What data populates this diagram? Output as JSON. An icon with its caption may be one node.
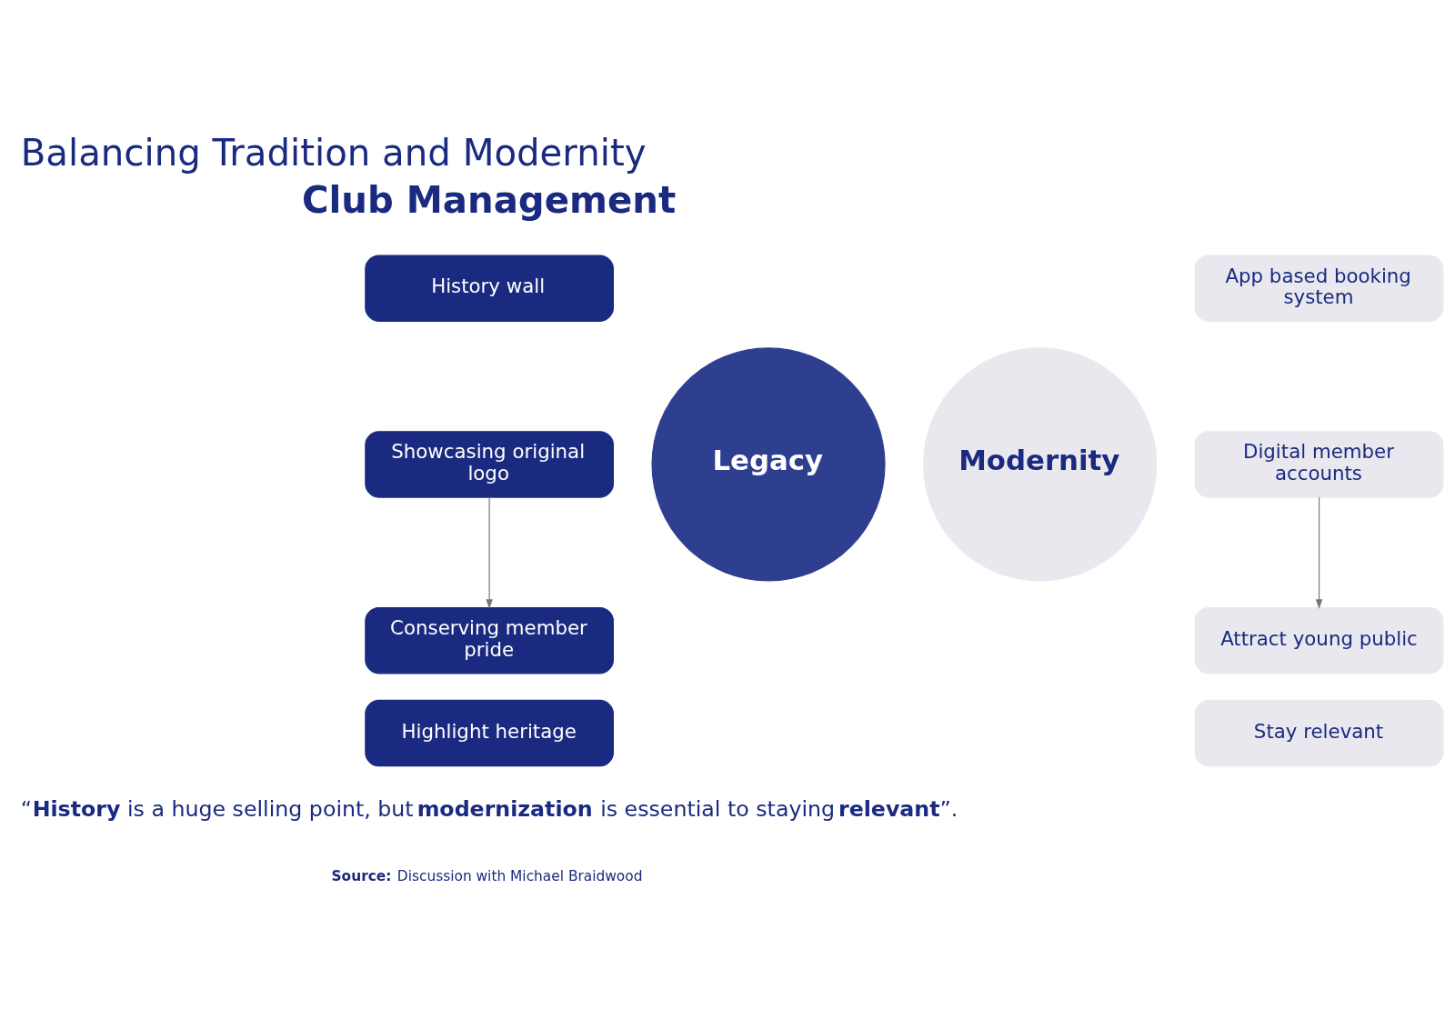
{
  "diagram": {
    "title": "Balancing Tradition and Modernity",
    "nodes": [
      {
        "text": [
          "History wall"
        ]
      },
      {
        "text": [
          "Showcasing original logo"
        ]
      },
      {
        "text": [
          "Conserving member pride"
        ]
      },
      {
        "text": [
          "Highlight heritage"
        ]
      },
      {
        "text": [
          "Legacy"
        ]
      },
      {
        "text": [
          "Modernity"
        ]
      },
      {
        "text": [
          "App based booking system"
        ]
      },
      {
        "text": [
          "Digital member accounts"
        ]
      },
      {
        "text": [
          "Attract young public"
        ]
      },
      {
        "text": [
          "Stay relevant"
        ]
      }
    ],
    "edges": [
      {
        "from": 1,
        "to": 2,
        "arrow": "to"
      },
      {
        "from": 7,
        "to": 8,
        "arrow": "to"
      }
    ],
    "labels": [
      "Club Management",
      "“**History** is a huge selling point, but **modernization** is essential to staying **relevant**”.",
      "**Source:** Discussion with Michael Braidwood"
    ]
  }
}
